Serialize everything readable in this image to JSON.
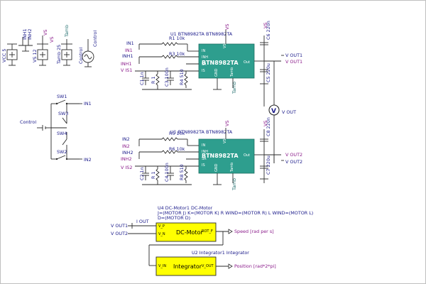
{
  "sources": {
    "vcc": "VCC 5",
    "inh1": "INH1",
    "inh2": "INH2",
    "vs": "VS",
    "vs12": "VS 12",
    "tamb_src": "Tamb 25",
    "tamb": "Tamb",
    "control1": "Control",
    "control2": "Control"
  },
  "switch_block": {
    "control": "Control",
    "sw1": "SW1",
    "sw2": "SW2",
    "sw3": "SW3",
    "sw4": "SW4",
    "in1": "IN1",
    "in2": "IN2"
  },
  "driver1": {
    "title": "U1 BTN8982TA",
    "title2": "BTN8982TA",
    "chip": "BTN8982TA",
    "out": "Out",
    "pin_in": "IN",
    "pin_inh": "INH",
    "pin_sr": "SR",
    "pin_is": "IS",
    "pin_gnd": "GND",
    "pin_vs": "VS",
    "pin_tamb": "Tamb",
    "vs": "VS",
    "tamb": "Tamb",
    "in1a": "IN1",
    "in1b": "IN1",
    "inh1a": "INH1",
    "inh1b": "INH1",
    "is": "V  IS1",
    "r1": "R1 10k",
    "r3": "R3 10k",
    "r4": "R4 510",
    "c1": "C1 1n",
    "c3": "C3 100n",
    "r_sr": "R 1",
    "c_vs": "C5 220u",
    "c_vs2": "C6 220n",
    "out1a": "V  OUT1",
    "out1b": "V  OUT1"
  },
  "driver2": {
    "title": "U1 BTN8982TA",
    "title2": "BTN8982TA",
    "chip": "BTN8982TA",
    "out": "Out",
    "pin_in": "IN",
    "pin_inh": "INH",
    "pin_sr": "SR",
    "pin_is": "IS",
    "pin_gnd": "GND",
    "pin_vs": "VS",
    "pin_tamb": "Tamb",
    "vs": "VS",
    "tamb": "Tamb",
    "in2a": "IN2",
    "in2b": "IN2",
    "inh2a": "INH2",
    "inh2b": "INH2",
    "is": "V  IS2",
    "r5": "R5 10k",
    "r6": "R6 10k",
    "r8": "R8 510",
    "c2": "C2 1n",
    "c4": "C4 100n",
    "r_sr": "R 1",
    "c_vs": "C7 220u",
    "c_vs2": "C8 220n",
    "out2a": "V  OUT2",
    "out2b": "V  OUT2"
  },
  "voltmeter": {
    "label": "V  OUT",
    "glyph": "V"
  },
  "motor": {
    "title": "U4 DC-Motor1 DC-Motor",
    "params": "J=(MOTOR  J) K=(MOTOR  K) R  WIND=(MOTOR  R) L  WIND=(MOTOR  L)",
    "params2": "D=(MOTOR  D)",
    "block": "DC-Motor",
    "i_out": "I  OUT",
    "vp": "V_P",
    "vn": "V_N",
    "rot": "ROT_F",
    "v_out1": "V  OUT1",
    "v_out2": "V  OUT2",
    "speed": "Speed [rad per s]"
  },
  "integrator": {
    "title": "U2 Integrator1 Integrator",
    "block": "Integrator",
    "vin": "V_IN",
    "vout": "V_OUT",
    "position": "Position [rad*2*pi]"
  }
}
